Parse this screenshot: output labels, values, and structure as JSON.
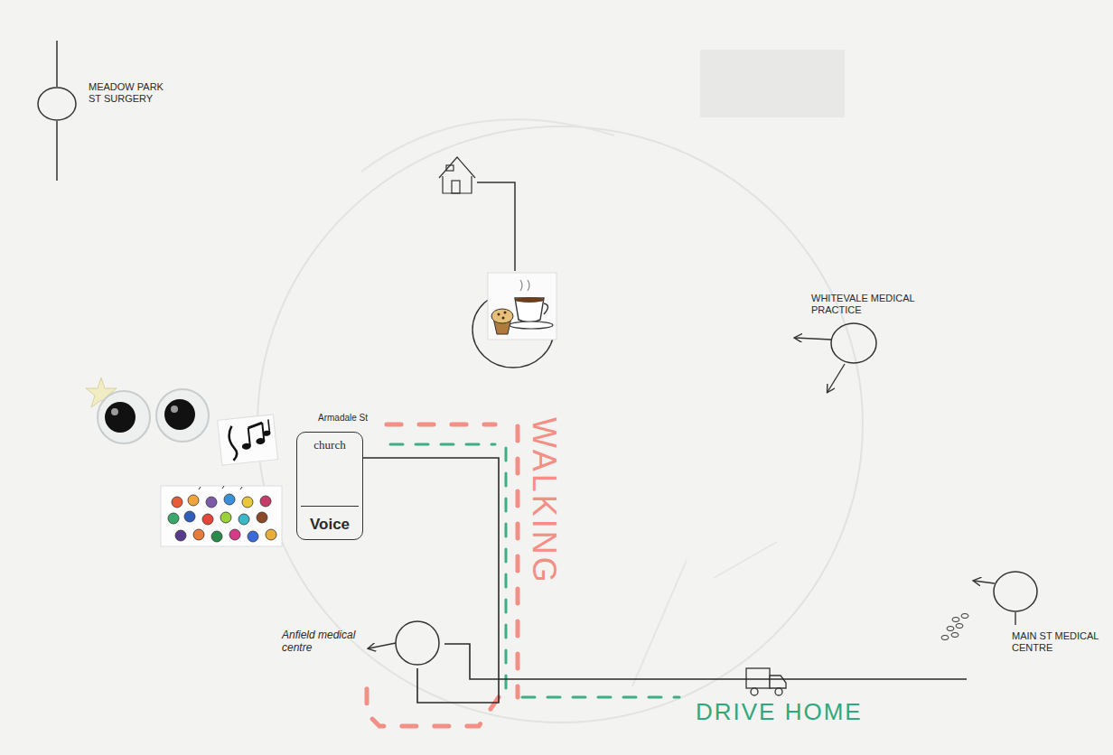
{
  "diagram": {
    "nodes": [
      {
        "text": [
          "MEADOW PARK ST SURGERY"
        ]
      },
      {
        "text": [
          "WHITEVALE MEDICAL PRACTICE"
        ]
      },
      {
        "text": [
          "church",
          "Voice"
        ]
      },
      {
        "text": [
          "Anfield medical centre"
        ]
      },
      {
        "text": [
          "MAIN ST MEDICAL CENTRE"
        ]
      }
    ],
    "edges": [
      {
        "from": 2,
        "to": 3,
        "arrow": "none"
      },
      {
        "from": 3,
        "to": 4,
        "arrow": "none"
      }
    ],
    "labels": [
      "Armadale St",
      "WALKING",
      "DRIVE HOME"
    ]
  }
}
